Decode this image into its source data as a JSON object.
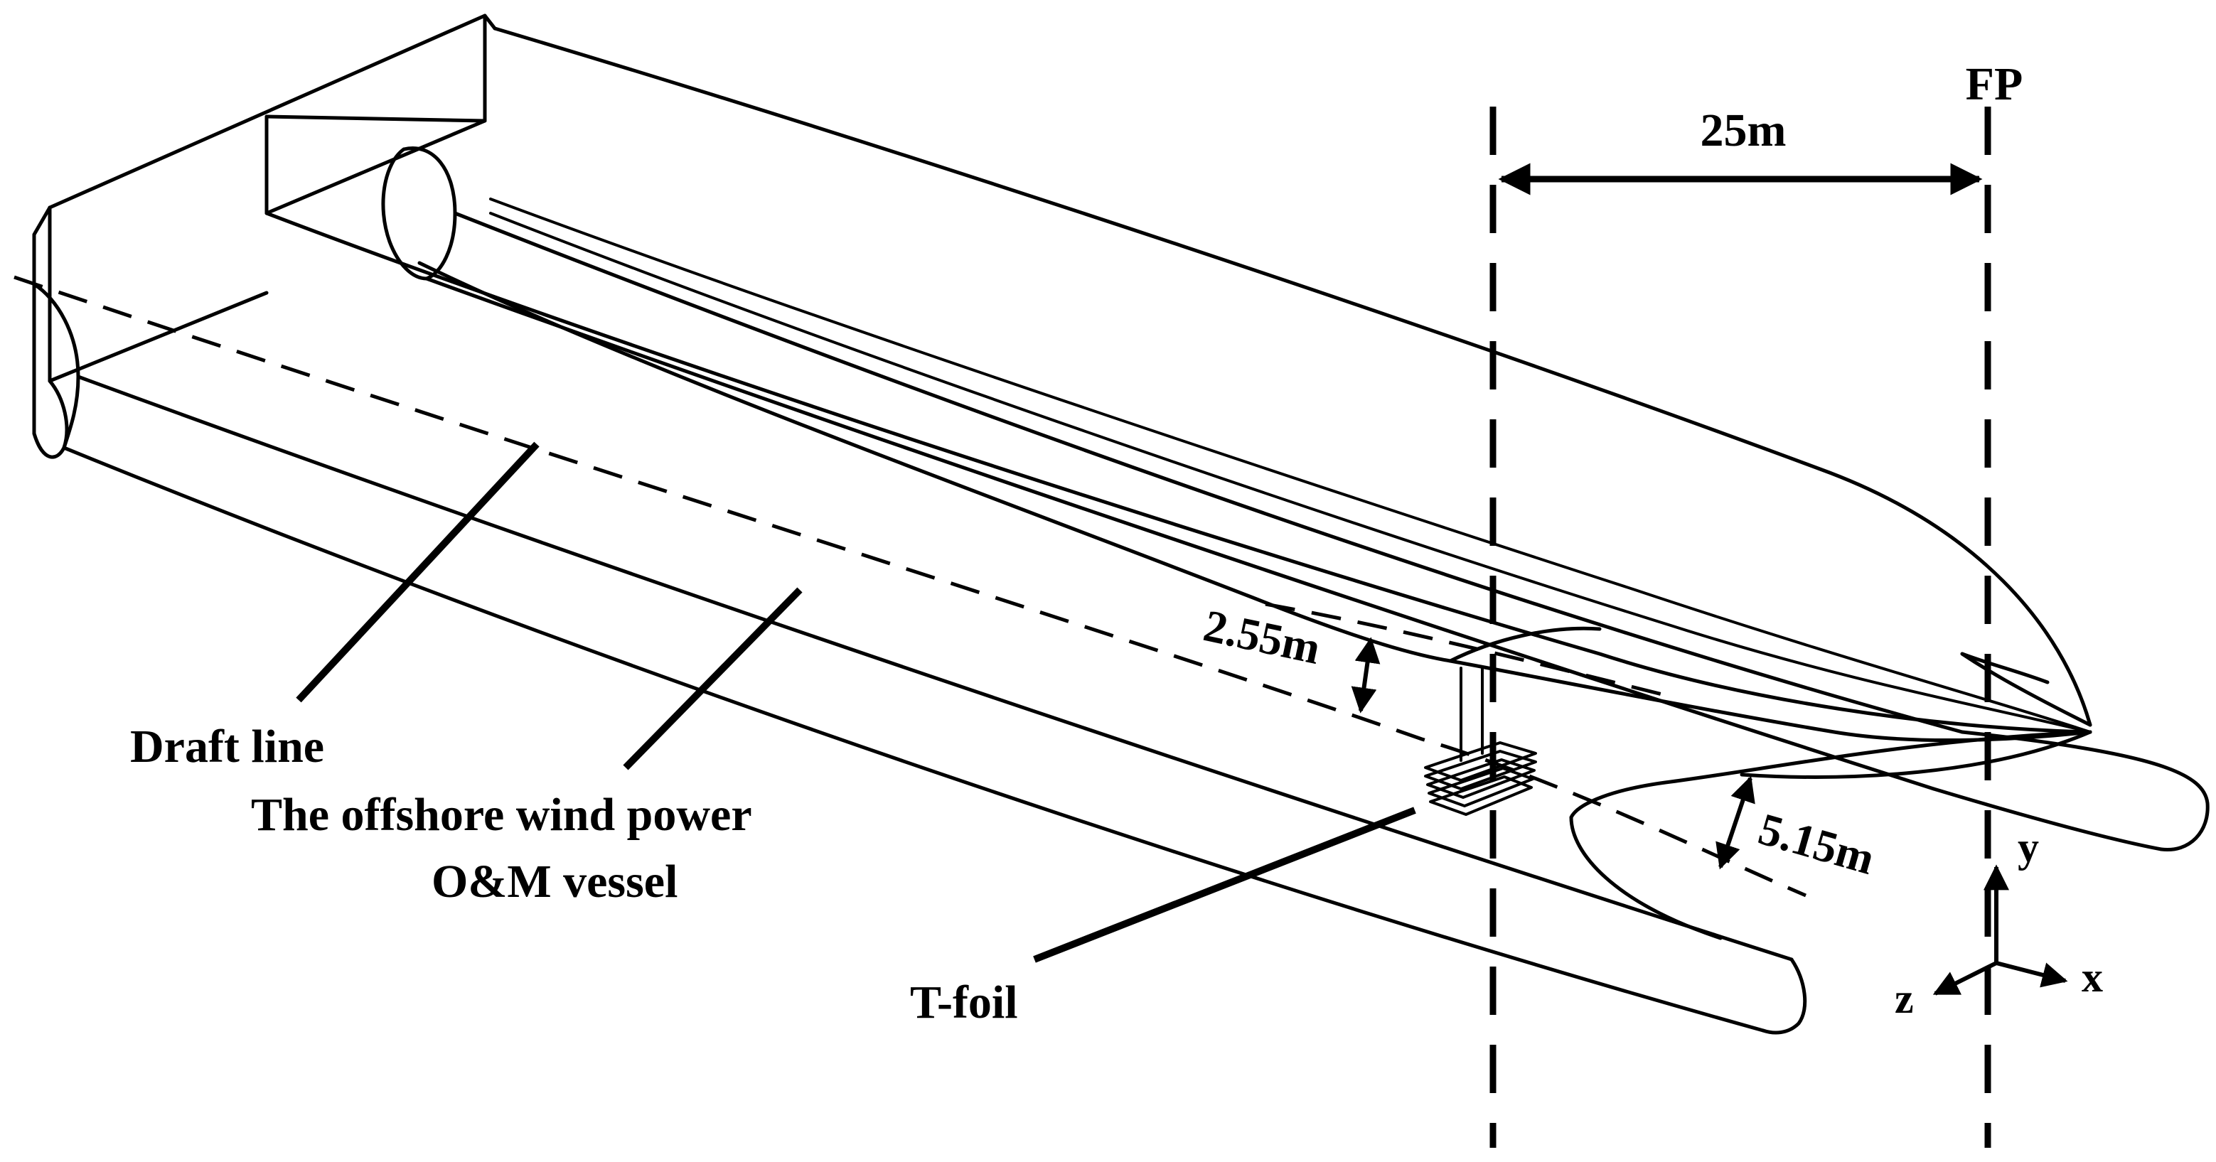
{
  "labels": {
    "fp": "FP",
    "length_dim": "25m",
    "depth_upper": "2.55m",
    "depth_lower": "5.15m",
    "draft_line": "Draft line",
    "vessel_line1": "The offshore wind power",
    "vessel_line2": "O&M vessel",
    "t_foil": "T-foil"
  },
  "axes": {
    "x": "x",
    "y": "y",
    "z": "z"
  }
}
